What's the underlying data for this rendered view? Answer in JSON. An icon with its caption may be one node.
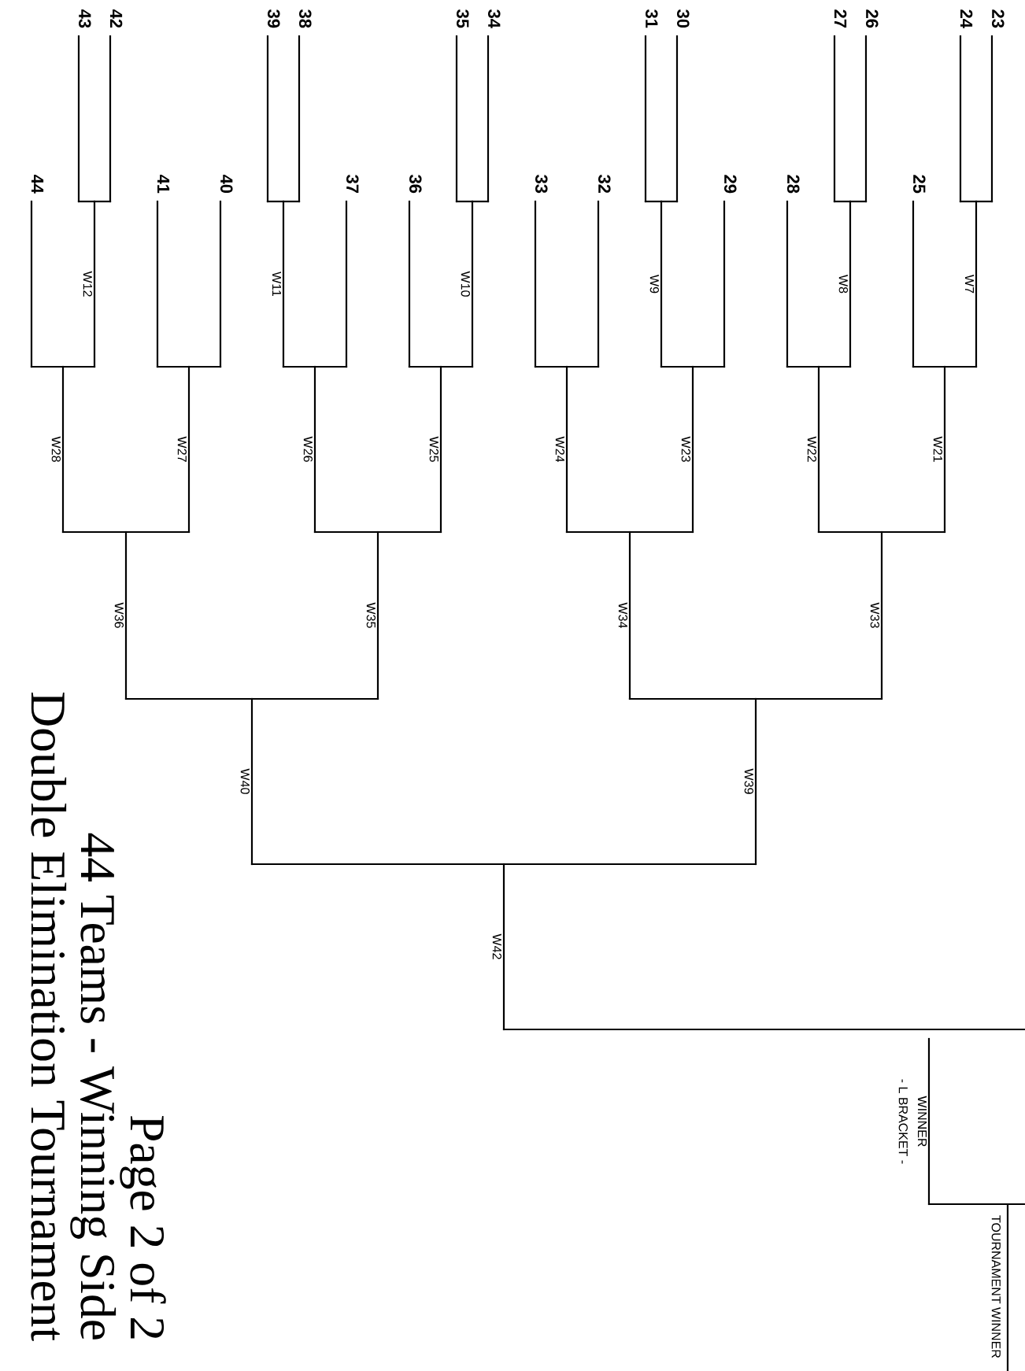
{
  "diagram": {
    "nodes": [
      {
        "text": [
          "23"
        ]
      },
      {
        "text": [
          "24"
        ]
      },
      {
        "text": [
          "25"
        ]
      },
      {
        "text": [
          "26"
        ]
      },
      {
        "text": [
          "27"
        ]
      },
      {
        "text": [
          "28"
        ]
      },
      {
        "text": [
          "29"
        ]
      },
      {
        "text": [
          "30"
        ]
      },
      {
        "text": [
          "31"
        ]
      },
      {
        "text": [
          "32"
        ]
      },
      {
        "text": [
          "33"
        ]
      },
      {
        "text": [
          "34"
        ]
      },
      {
        "text": [
          "35"
        ]
      },
      {
        "text": [
          "36"
        ]
      },
      {
        "text": [
          "37"
        ]
      },
      {
        "text": [
          "38"
        ]
      },
      {
        "text": [
          "39"
        ]
      },
      {
        "text": [
          "40"
        ]
      },
      {
        "text": [
          "41"
        ]
      },
      {
        "text": [
          "42"
        ]
      },
      {
        "text": [
          "43"
        ]
      },
      {
        "text": [
          "44"
        ]
      },
      {
        "text": [
          "W7"
        ]
      },
      {
        "text": [
          "W8"
        ]
      },
      {
        "text": [
          "W9"
        ]
      },
      {
        "text": [
          "W10"
        ]
      },
      {
        "text": [
          "W11"
        ]
      },
      {
        "text": [
          "W12"
        ]
      },
      {
        "text": [
          "W21"
        ]
      },
      {
        "text": [
          "W22"
        ]
      },
      {
        "text": [
          "W23"
        ]
      },
      {
        "text": [
          "W24"
        ]
      },
      {
        "text": [
          "W25"
        ]
      },
      {
        "text": [
          "W26"
        ]
      },
      {
        "text": [
          "W27"
        ]
      },
      {
        "text": [
          "W28"
        ]
      },
      {
        "text": [
          "W33"
        ]
      },
      {
        "text": [
          "W34"
        ]
      },
      {
        "text": [
          "W35"
        ]
      },
      {
        "text": [
          "W36"
        ]
      },
      {
        "text": [
          "W39"
        ]
      },
      {
        "text": [
          "W40"
        ]
      },
      {
        "text": [
          "W42"
        ]
      },
      {
        "text": [
          "WINNER",
          "- L BRACKET -"
        ]
      },
      {
        "text": [
          "TOURNAMENT WINNER"
        ]
      }
    ],
    "edges": [
      {
        "from": 0,
        "to": 22,
        "arrow": "none"
      },
      {
        "from": 1,
        "to": 22,
        "arrow": "none"
      },
      {
        "from": 3,
        "to": 23,
        "arrow": "none"
      },
      {
        "from": 4,
        "to": 23,
        "arrow": "none"
      },
      {
        "from": 7,
        "to": 24,
        "arrow": "none"
      },
      {
        "from": 8,
        "to": 24,
        "arrow": "none"
      },
      {
        "from": 11,
        "to": 25,
        "arrow": "none"
      },
      {
        "from": 12,
        "to": 25,
        "arrow": "none"
      },
      {
        "from": 15,
        "to": 26,
        "arrow": "none"
      },
      {
        "from": 16,
        "to": 26,
        "arrow": "none"
      },
      {
        "from": 19,
        "to": 27,
        "arrow": "none"
      },
      {
        "from": 20,
        "to": 27,
        "arrow": "none"
      },
      {
        "from": 2,
        "to": 28,
        "arrow": "none"
      },
      {
        "from": 22,
        "to": 28,
        "arrow": "none"
      },
      {
        "from": 5,
        "to": 29,
        "arrow": "none"
      },
      {
        "from": 23,
        "to": 29,
        "arrow": "none"
      },
      {
        "from": 6,
        "to": 30,
        "arrow": "none"
      },
      {
        "from": 24,
        "to": 30,
        "arrow": "none"
      },
      {
        "from": 9,
        "to": 31,
        "arrow": "none"
      },
      {
        "from": 10,
        "to": 31,
        "arrow": "none"
      },
      {
        "from": 13,
        "to": 32,
        "arrow": "none"
      },
      {
        "from": 25,
        "to": 32,
        "arrow": "none"
      },
      {
        "from": 14,
        "to": 33,
        "arrow": "none"
      },
      {
        "from": 26,
        "to": 33,
        "arrow": "none"
      },
      {
        "from": 17,
        "to": 34,
        "arrow": "none"
      },
      {
        "from": 18,
        "to": 34,
        "arrow": "none"
      },
      {
        "from": 21,
        "to": 35,
        "arrow": "none"
      },
      {
        "from": 27,
        "to": 35,
        "arrow": "none"
      },
      {
        "from": 28,
        "to": 36,
        "arrow": "none"
      },
      {
        "from": 29,
        "to": 36,
        "arrow": "none"
      },
      {
        "from": 30,
        "to": 37,
        "arrow": "none"
      },
      {
        "from": 31,
        "to": 37,
        "arrow": "none"
      },
      {
        "from": 32,
        "to": 38,
        "arrow": "none"
      },
      {
        "from": 33,
        "to": 38,
        "arrow": "none"
      },
      {
        "from": 34,
        "to": 39,
        "arrow": "none"
      },
      {
        "from": 35,
        "to": 39,
        "arrow": "none"
      },
      {
        "from": 36,
        "to": 40,
        "arrow": "none"
      },
      {
        "from": 37,
        "to": 40,
        "arrow": "none"
      },
      {
        "from": 38,
        "to": 41,
        "arrow": "none"
      },
      {
        "from": 39,
        "to": 41,
        "arrow": "none"
      },
      {
        "from": 40,
        "to": 42,
        "arrow": "none"
      },
      {
        "from": 41,
        "to": 42,
        "arrow": "none"
      },
      {
        "from": 42,
        "to": null,
        "arrow": "none"
      },
      {
        "from": 43,
        "to": 44,
        "arrow": "none"
      }
    ],
    "labels": [
      "Page 2 of 2",
      "44 Teams - Winning Side",
      "Double Elimination Tournament"
    ]
  }
}
